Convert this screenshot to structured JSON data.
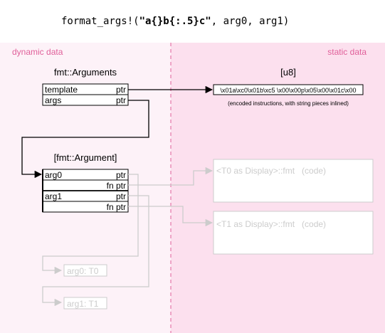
{
  "header": {
    "code_prefix": "format_args!(",
    "code_literal": "\"a{}b{:.5}c\"",
    "code_suffix": ", arg0, arg1)"
  },
  "regions": {
    "dynamic_label": "dynamic data",
    "static_label": "static data"
  },
  "arguments_struct": {
    "title": "fmt::Arguments",
    "rows": [
      {
        "name": "template",
        "value": "ptr"
      },
      {
        "name": "args",
        "value": "ptr"
      }
    ]
  },
  "bytes_block": {
    "title": "[u8]",
    "content": "\\x01a\\xc0\\x01b\\xc5 \\x00\\x00p\\x05\\x00\\x01c\\x00",
    "caption": "(encoded instructions, with string pieces inlined)"
  },
  "argument_array": {
    "title": "[fmt::Argument]",
    "rows": [
      {
        "name": "arg0",
        "value": "ptr"
      },
      {
        "name": "",
        "value": "fn ptr"
      },
      {
        "name": "arg1",
        "value": "ptr"
      },
      {
        "name": "",
        "value": "fn ptr"
      }
    ]
  },
  "code_boxes": [
    {
      "label": "<T0 as Display>::fmt   (code)"
    },
    {
      "label": "<T1 as Display>::fmt   (code)"
    }
  ],
  "arg_values": [
    {
      "label": "arg0: T0"
    },
    {
      "label": "arg1: T1"
    }
  ],
  "colors": {
    "dynamic_bg": "#fdf2f8",
    "static_bg": "#fce0ee",
    "divider": "#e0609a",
    "region_label": "#e0609a",
    "faded": "#cccccc"
  }
}
